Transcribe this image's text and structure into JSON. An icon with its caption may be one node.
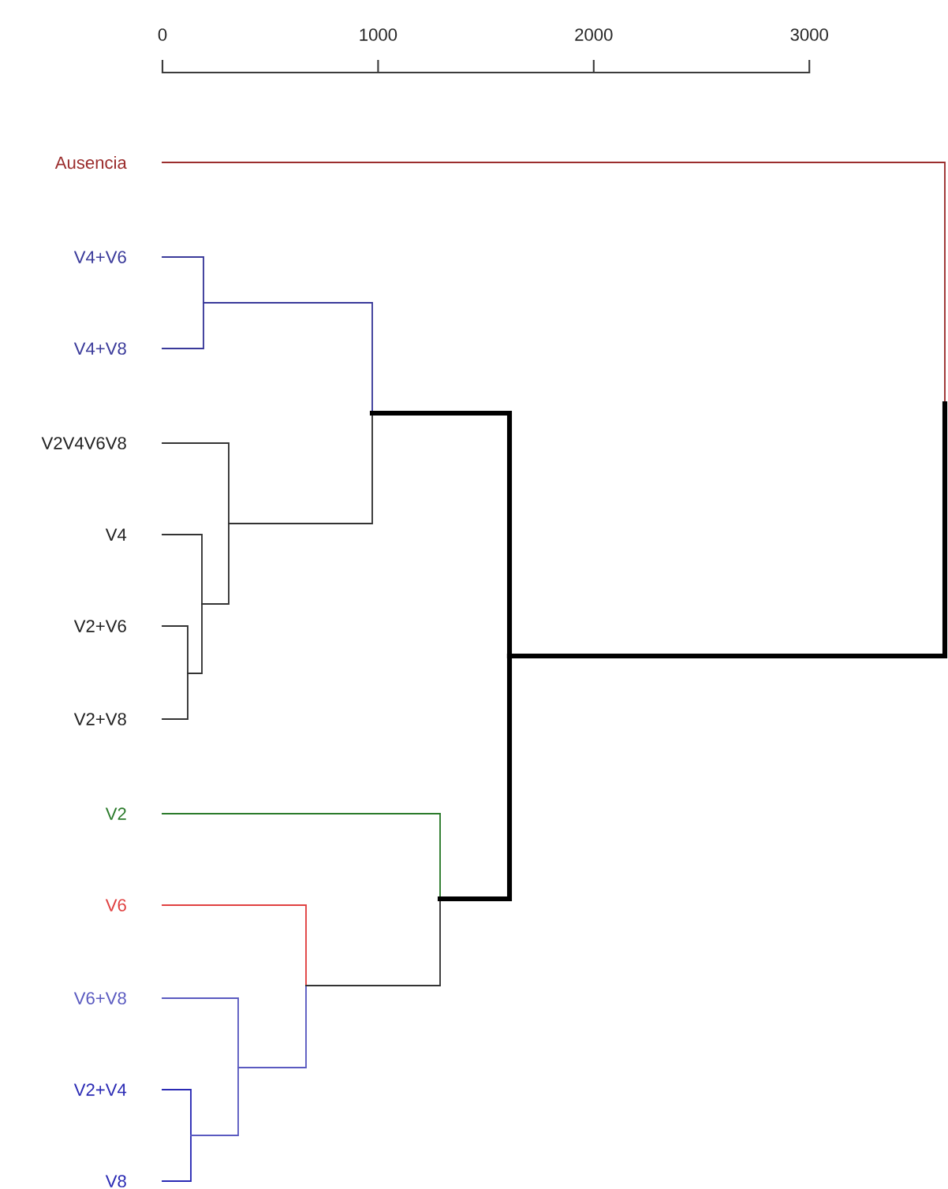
{
  "diagram": {
    "labels": [
      "0",
      "1000",
      "2000",
      "3000",
      "Ausencia",
      "V4+V6",
      "V4+V8",
      "V2V4V6V8",
      "V4",
      "V2+V6",
      "V2+V8",
      "V2",
      "V6",
      "V6+V8",
      "V2+V4",
      "V8"
    ]
  }
}
